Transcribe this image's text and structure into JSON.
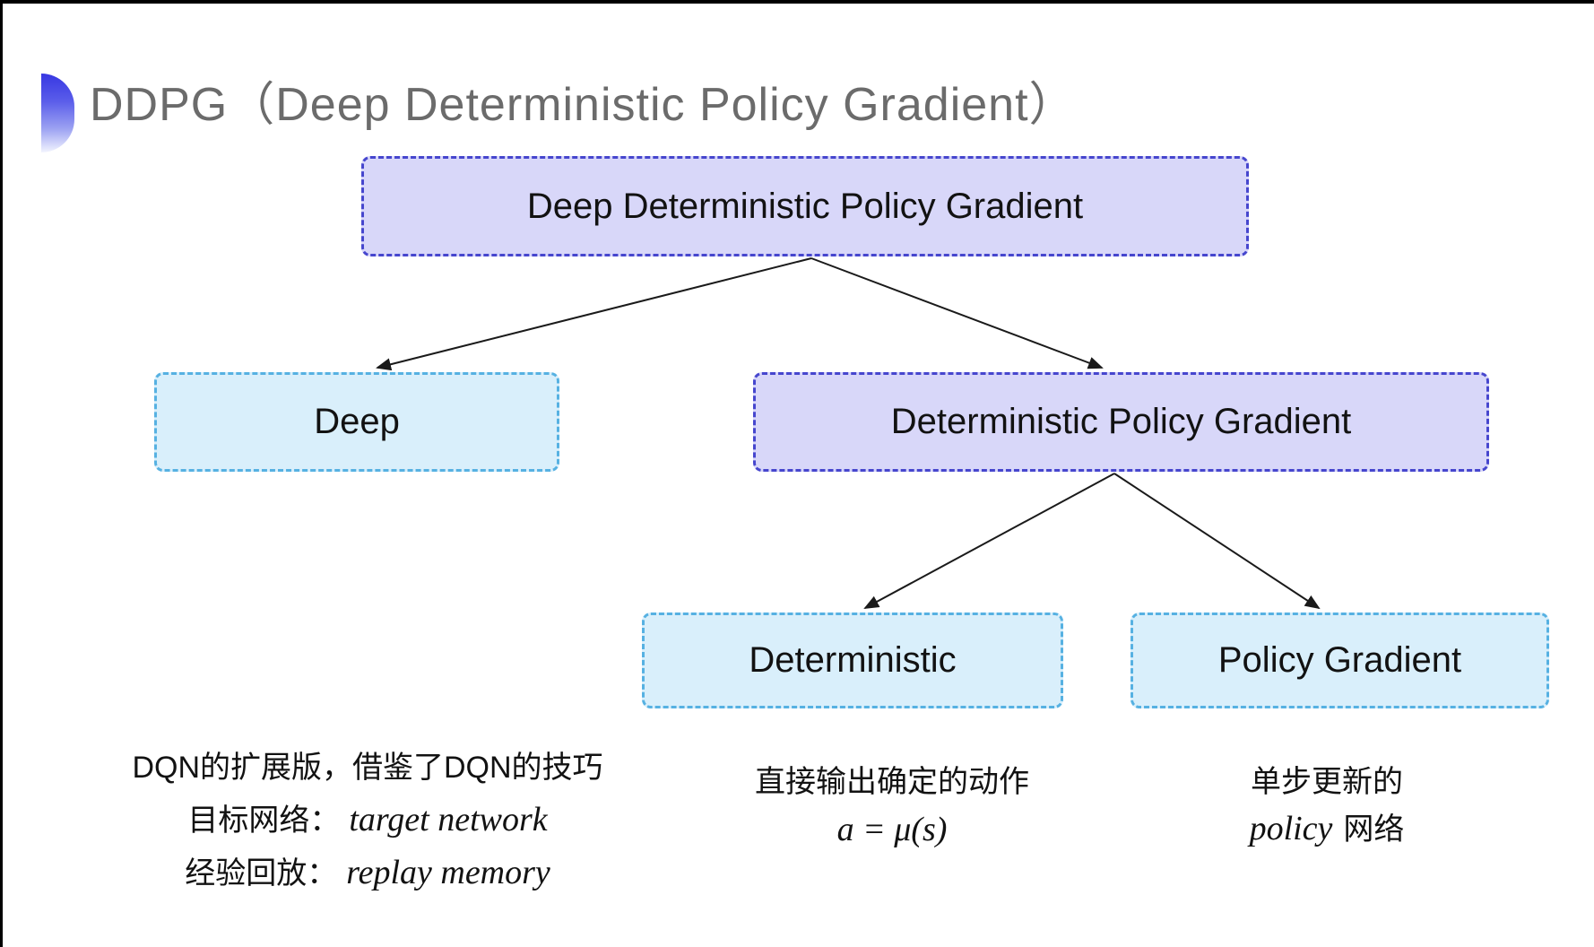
{
  "title": {
    "text": "DDPG（Deep Deterministic Policy Gradient）",
    "icon": "blue-gradient-semicircle"
  },
  "nodes": {
    "root": {
      "label": "Deep Deterministic Policy Gradient",
      "style": "purple"
    },
    "deep": {
      "label": "Deep",
      "style": "cyan"
    },
    "dpg": {
      "label": "Deterministic Policy Gradient",
      "style": "purple"
    },
    "deterministic": {
      "label": "Deterministic",
      "style": "cyan"
    },
    "policy_gradient": {
      "label": "Policy Gradient",
      "style": "cyan"
    }
  },
  "edges": [
    {
      "from": "root",
      "to": "deep"
    },
    {
      "from": "root",
      "to": "dpg"
    },
    {
      "from": "dpg",
      "to": "deterministic"
    },
    {
      "from": "dpg",
      "to": "policy_gradient"
    }
  ],
  "annotations": {
    "deep": {
      "line1": "DQN的扩展版，借鉴了DQN的技巧",
      "line2_label": "目标网络：",
      "line2_value": "target network",
      "line3_label": "经验回放：",
      "line3_value": "replay memory"
    },
    "deterministic": {
      "line1": "直接输出确定的动作",
      "formula": "a = μ(s)"
    },
    "policy_gradient": {
      "line1": "单步更新的",
      "line2_italic": "policy",
      "line2_rest": "网络"
    }
  },
  "colors": {
    "background": "#FFFFFF",
    "frame": "#000000",
    "title_text": "#6B6B6B",
    "icon_blue": "#3737E2",
    "purple_fill": "#D8D7F9",
    "purple_border": "#4646CE",
    "cyan_fill": "#D9EFFB",
    "cyan_border": "#56B1E2",
    "arrow": "#1A1A1A"
  }
}
